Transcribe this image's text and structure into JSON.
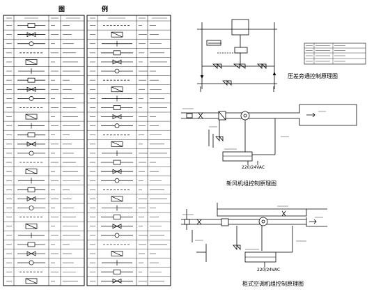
{
  "legend": {
    "title_left": "图",
    "title_right": "例"
  },
  "schematics": [
    {
      "title": "压差旁通控制原理图"
    },
    {
      "title": "新风机组控制原理图",
      "supply_label": "220/24VAC"
    },
    {
      "title": "柜式空调机组控制原理图",
      "supply_label": "220/24VAC"
    }
  ]
}
